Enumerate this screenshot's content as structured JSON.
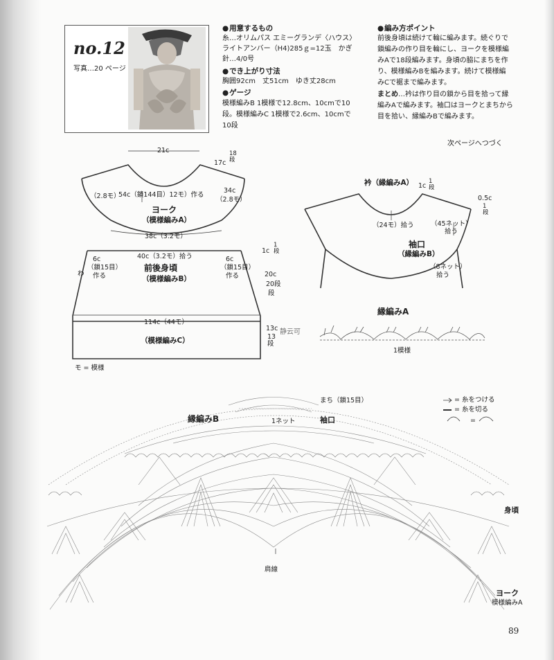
{
  "header": {
    "pattern_no": "no.12",
    "photo_ref": "写真…20 ページ"
  },
  "materials": {
    "heading": "用意するもの",
    "line1": "糸…オリムパス エミーグランデ〈ハウス〉",
    "line2": "ライトアンバー（H4)285ｇ=12玉　かぎ",
    "line3": "針…4/0号"
  },
  "finished_size": {
    "heading": "でき上がり寸法",
    "line1": "胸囲92cm　丈51cm　ゆき丈28cm"
  },
  "gauge": {
    "heading": "ゲージ",
    "line1": "模様編みB 1模様で12.8cm、10cmで10",
    "line2": "段。模様編みC 1模様で2.6cm、10cmで",
    "line3": "10段"
  },
  "points": {
    "heading": "編み方ポイント",
    "line1": "前後身頃は続けて輪に編みます。続ぐりで",
    "line2": "鎖編みの作り目を輪にし、ヨークを模様編",
    "line3": "みAで18段編みます。身頃の脇にまちを作",
    "line4": "り、模様編みBを編みます。続けて模様編",
    "line5": "みCで裾まで編みます。",
    "line6_bold": "まとめ",
    "line6_rest": "…衿は作り目の鎖から目を拾って縁",
    "line7": "編みAで編みます。袖口はヨークとまちから",
    "line8": "目を拾い、縁編みBで編みます。"
  },
  "continued": "次ページへつづく",
  "body_diagram": {
    "top_width": "21c",
    "neck_label": "54c（鎖144目）12モ）作る",
    "right_top": "17c",
    "right_top_rows": "18段",
    "shoulder_left": "（2.8モ）",
    "shoulder_right_a": "34c",
    "shoulder_right_b": "（2.8モ）",
    "yoke_title": "ヨーク",
    "yoke_stitch": "（模様編みA）",
    "yoke_bottom": "38c（3.2モ）",
    "body_top": "40c（3.2モ）拾う",
    "side_left_a": "6c",
    "side_left_b": "（鎖15目）",
    "side_left_c": "作る",
    "side_right_a": "6c",
    "side_right_b": "（鎖15目）",
    "side_right_c": "作る",
    "wa": "わ",
    "body_title": "前後身頃",
    "body_stitch": "（模様編みB）",
    "r1": "1c",
    "r1_rows": "1段",
    "r20": "20c",
    "r20_rows": "20段",
    "r20_rows2": "段",
    "hem_width": "114c（44モ）",
    "hem_stitch": "（模様編みC）",
    "r13": "13c",
    "r13_rows": "13段",
    "legend": "モ = 模様"
  },
  "collar_diagram": {
    "title": "衿（縁編みA）",
    "r1": "1c",
    "r1_rows": "1段",
    "r05": "0.5c",
    "r05_rows": "1段",
    "pick_neck": "（24モ）拾う",
    "pick_45": "（45ネット）",
    "pick_45b": "拾う",
    "sleeve_title": "袖口",
    "sleeve_stitch": "（縁編みB）",
    "pick_8": "（8ネット）",
    "pick_8b": "拾う"
  },
  "edging_a": {
    "title": "縁編みA",
    "repeat": "1模様"
  },
  "watermark": "静云可",
  "chart_labels": {
    "edging_b": "縁編みB",
    "one_net": "1ネット",
    "cuff": "袖口",
    "gusset": "まち（鎖15目）",
    "body": "身頃",
    "shoulder_line": "肩線",
    "yoke": "ヨーク",
    "yoke_stitch": "模様編みA",
    "attach": "= 糸をつける",
    "cut": "= 糸を切る",
    "eq": "="
  },
  "page_number": "89"
}
